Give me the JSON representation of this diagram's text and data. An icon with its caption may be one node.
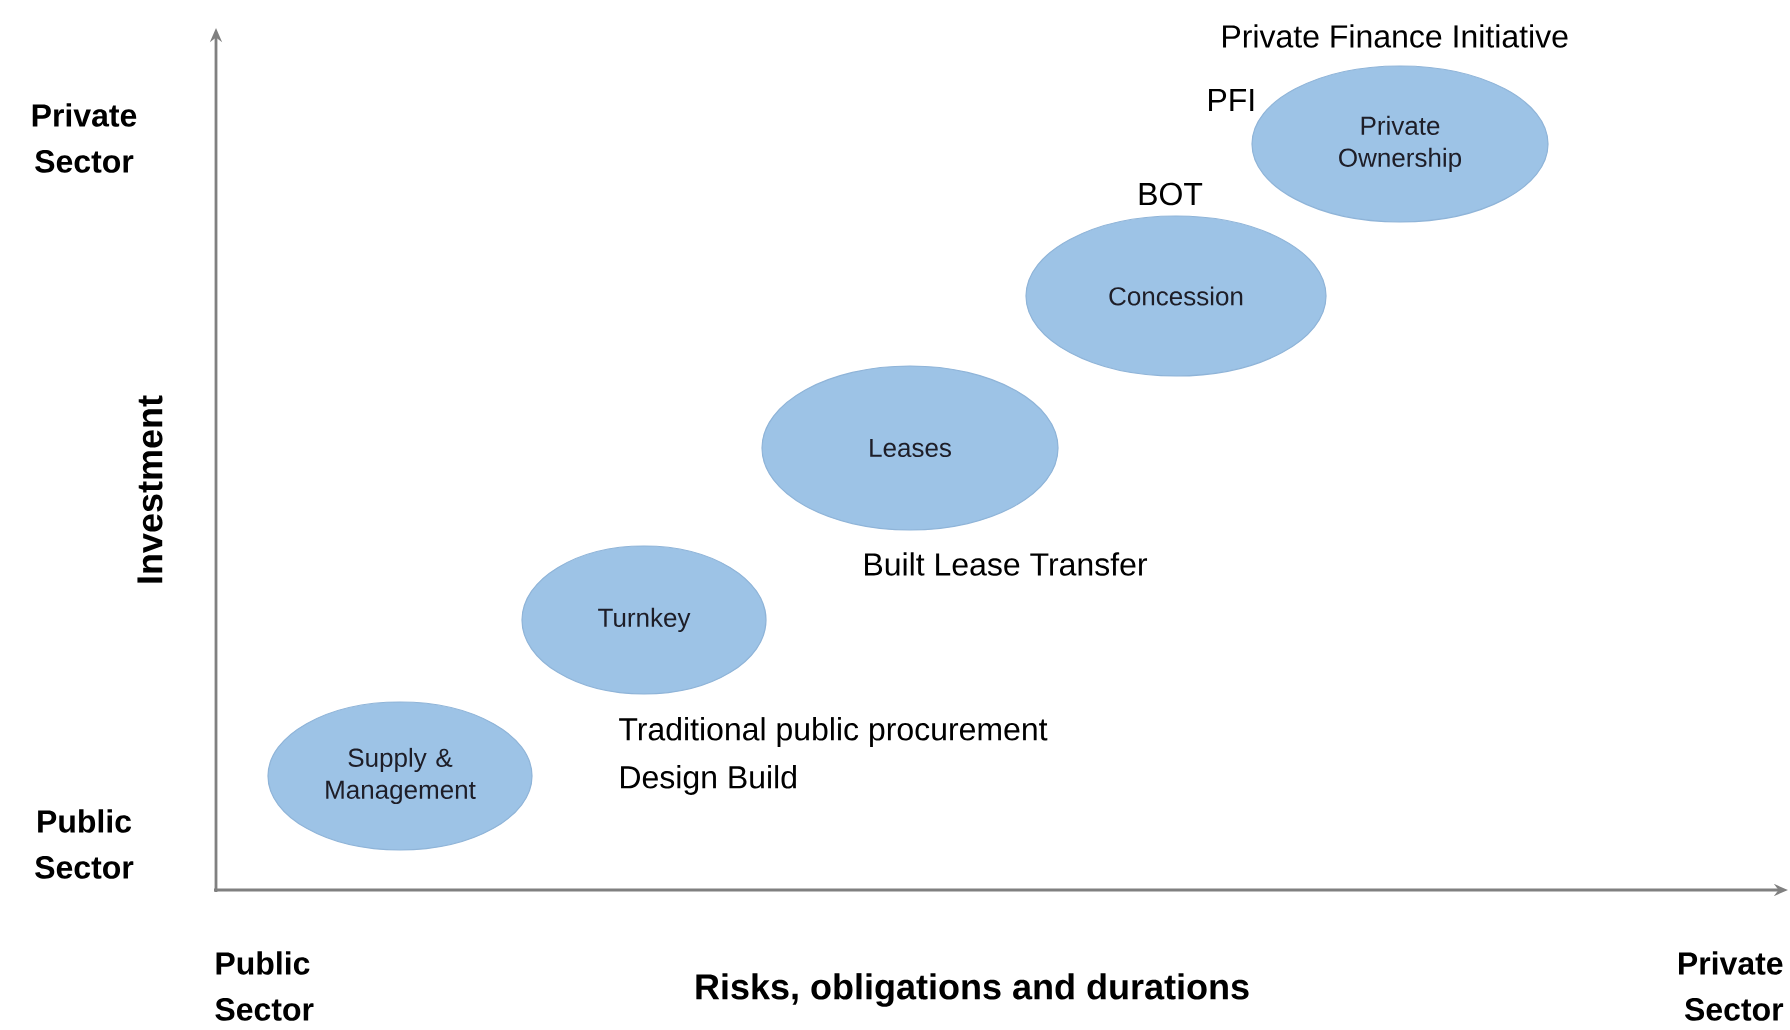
{
  "diagram": {
    "nodes": [
      {
        "text": [
          "Supply & Management"
        ]
      },
      {
        "text": [
          "Turnkey"
        ]
      },
      {
        "text": [
          "Leases"
        ]
      },
      {
        "text": [
          "Concession"
        ]
      },
      {
        "text": [
          "Private Ownership"
        ]
      }
    ],
    "labels": [
      "Private Finance Initiative",
      "PFI",
      "Private Sector",
      "BOT",
      "Investment",
      "Built Lease Transfer",
      "Traditional public procurement",
      "Design Build",
      "Public Sector",
      "Public Sector",
      "Risks, obligations and durations",
      "Private Sector"
    ]
  }
}
